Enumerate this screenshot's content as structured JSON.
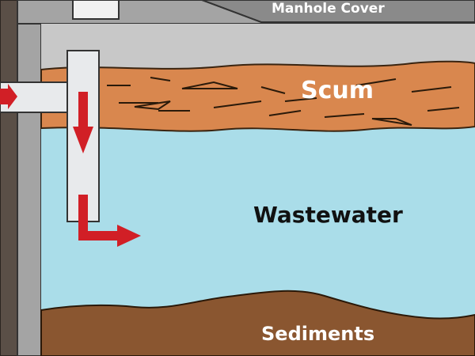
{
  "labels": {
    "manhole_cover": "Manhole Cover",
    "scum": "Scum",
    "wastewater": "Wastewater",
    "sediments": "Sediments"
  },
  "colors": {
    "outer_wall": "#5a4f47",
    "tank_wall": "#a0a0a0",
    "tank_wall_dark": "#6e6e6e",
    "scum": "#d9874e",
    "wastewater": "#aadde9",
    "sediments": "#8a5630",
    "pipe": "#e8eaec",
    "arrow": "#d11f26"
  }
}
